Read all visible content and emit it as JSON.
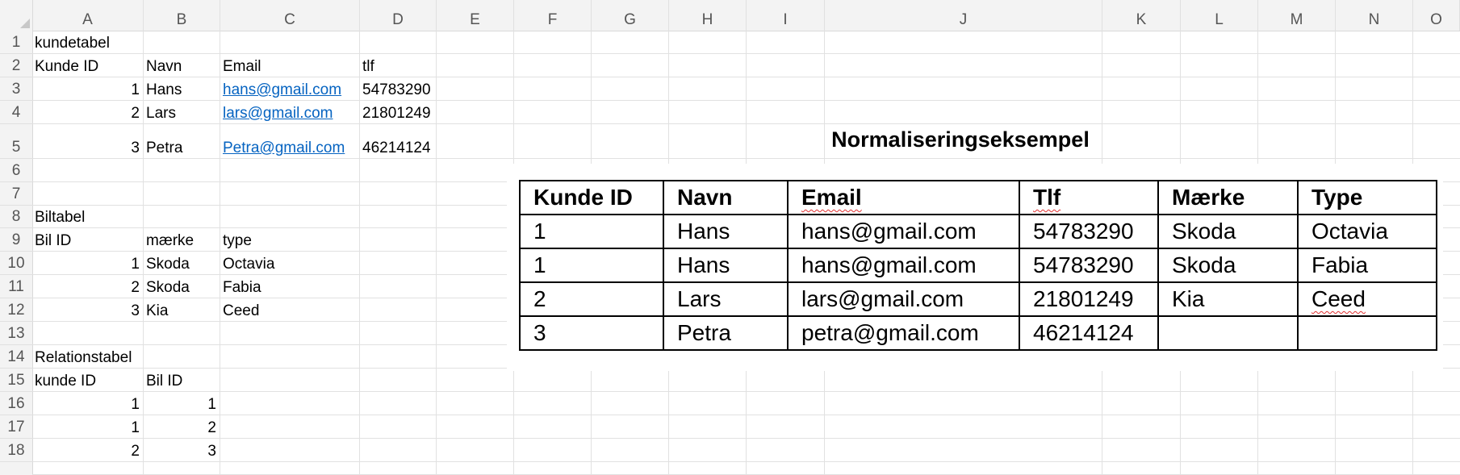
{
  "columns": [
    "A",
    "B",
    "C",
    "D",
    "E",
    "F",
    "G",
    "H",
    "I",
    "J",
    "K",
    "L",
    "M",
    "N",
    "O"
  ],
  "rows": [
    "1",
    "2",
    "3",
    "4",
    "5",
    "6",
    "7",
    "8",
    "9",
    "10",
    "11",
    "12",
    "13",
    "14",
    "15",
    "16",
    "17",
    "18"
  ],
  "cells": {
    "A1": "kundetabel",
    "A2": "Kunde ID",
    "B2": "Navn",
    "C2": "Email",
    "D2": "tlf",
    "A3": "1",
    "B3": "Hans",
    "C3": "hans@gmail.com",
    "D3": "54783290",
    "A4": "2",
    "B4": "Lars",
    "C4": "lars@gmail.com",
    "D4": "21801249",
    "A5": "3",
    "B5": "Petra",
    "C5": "Petra@gmail.com",
    "D5": "46214124",
    "A8": "Biltabel",
    "A9": "Bil ID",
    "B9": "mærke",
    "C9": "type",
    "A10": "1",
    "B10": "Skoda",
    "C10": "Octavia",
    "A11": "2",
    "B11": "Skoda",
    "C11": "Fabia",
    "A12": "3",
    "B12": "Kia",
    "C12": "Ceed",
    "A14": "Relationstabel",
    "A15": "kunde ID",
    "B15": "Bil ID",
    "A16": "1",
    "B16": "1",
    "A17": "1",
    "B17": "2",
    "A18": "2",
    "B18": "3"
  },
  "picture": {
    "title": "Normaliseringseksempel",
    "headers": [
      "Kunde ID",
      "Navn",
      "Email",
      "Tlf",
      "Mærke",
      "Type"
    ],
    "rows": [
      [
        "1",
        "Hans",
        "hans@gmail.com",
        "54783290",
        "Skoda",
        "Octavia"
      ],
      [
        "1",
        "Hans",
        "hans@gmail.com",
        "54783290",
        "Skoda",
        "Fabia"
      ],
      [
        "2",
        "Lars",
        "lars@gmail.com",
        "21801249",
        "Kia",
        "Ceed"
      ],
      [
        "3",
        "Petra",
        "petra@gmail.com",
        "46214124",
        "",
        ""
      ]
    ]
  },
  "colors": {
    "link": "#0563c1",
    "header_bg": "#f3f3f3",
    "gridline": "#e1e1e1",
    "spellcheck": "#e03030"
  }
}
